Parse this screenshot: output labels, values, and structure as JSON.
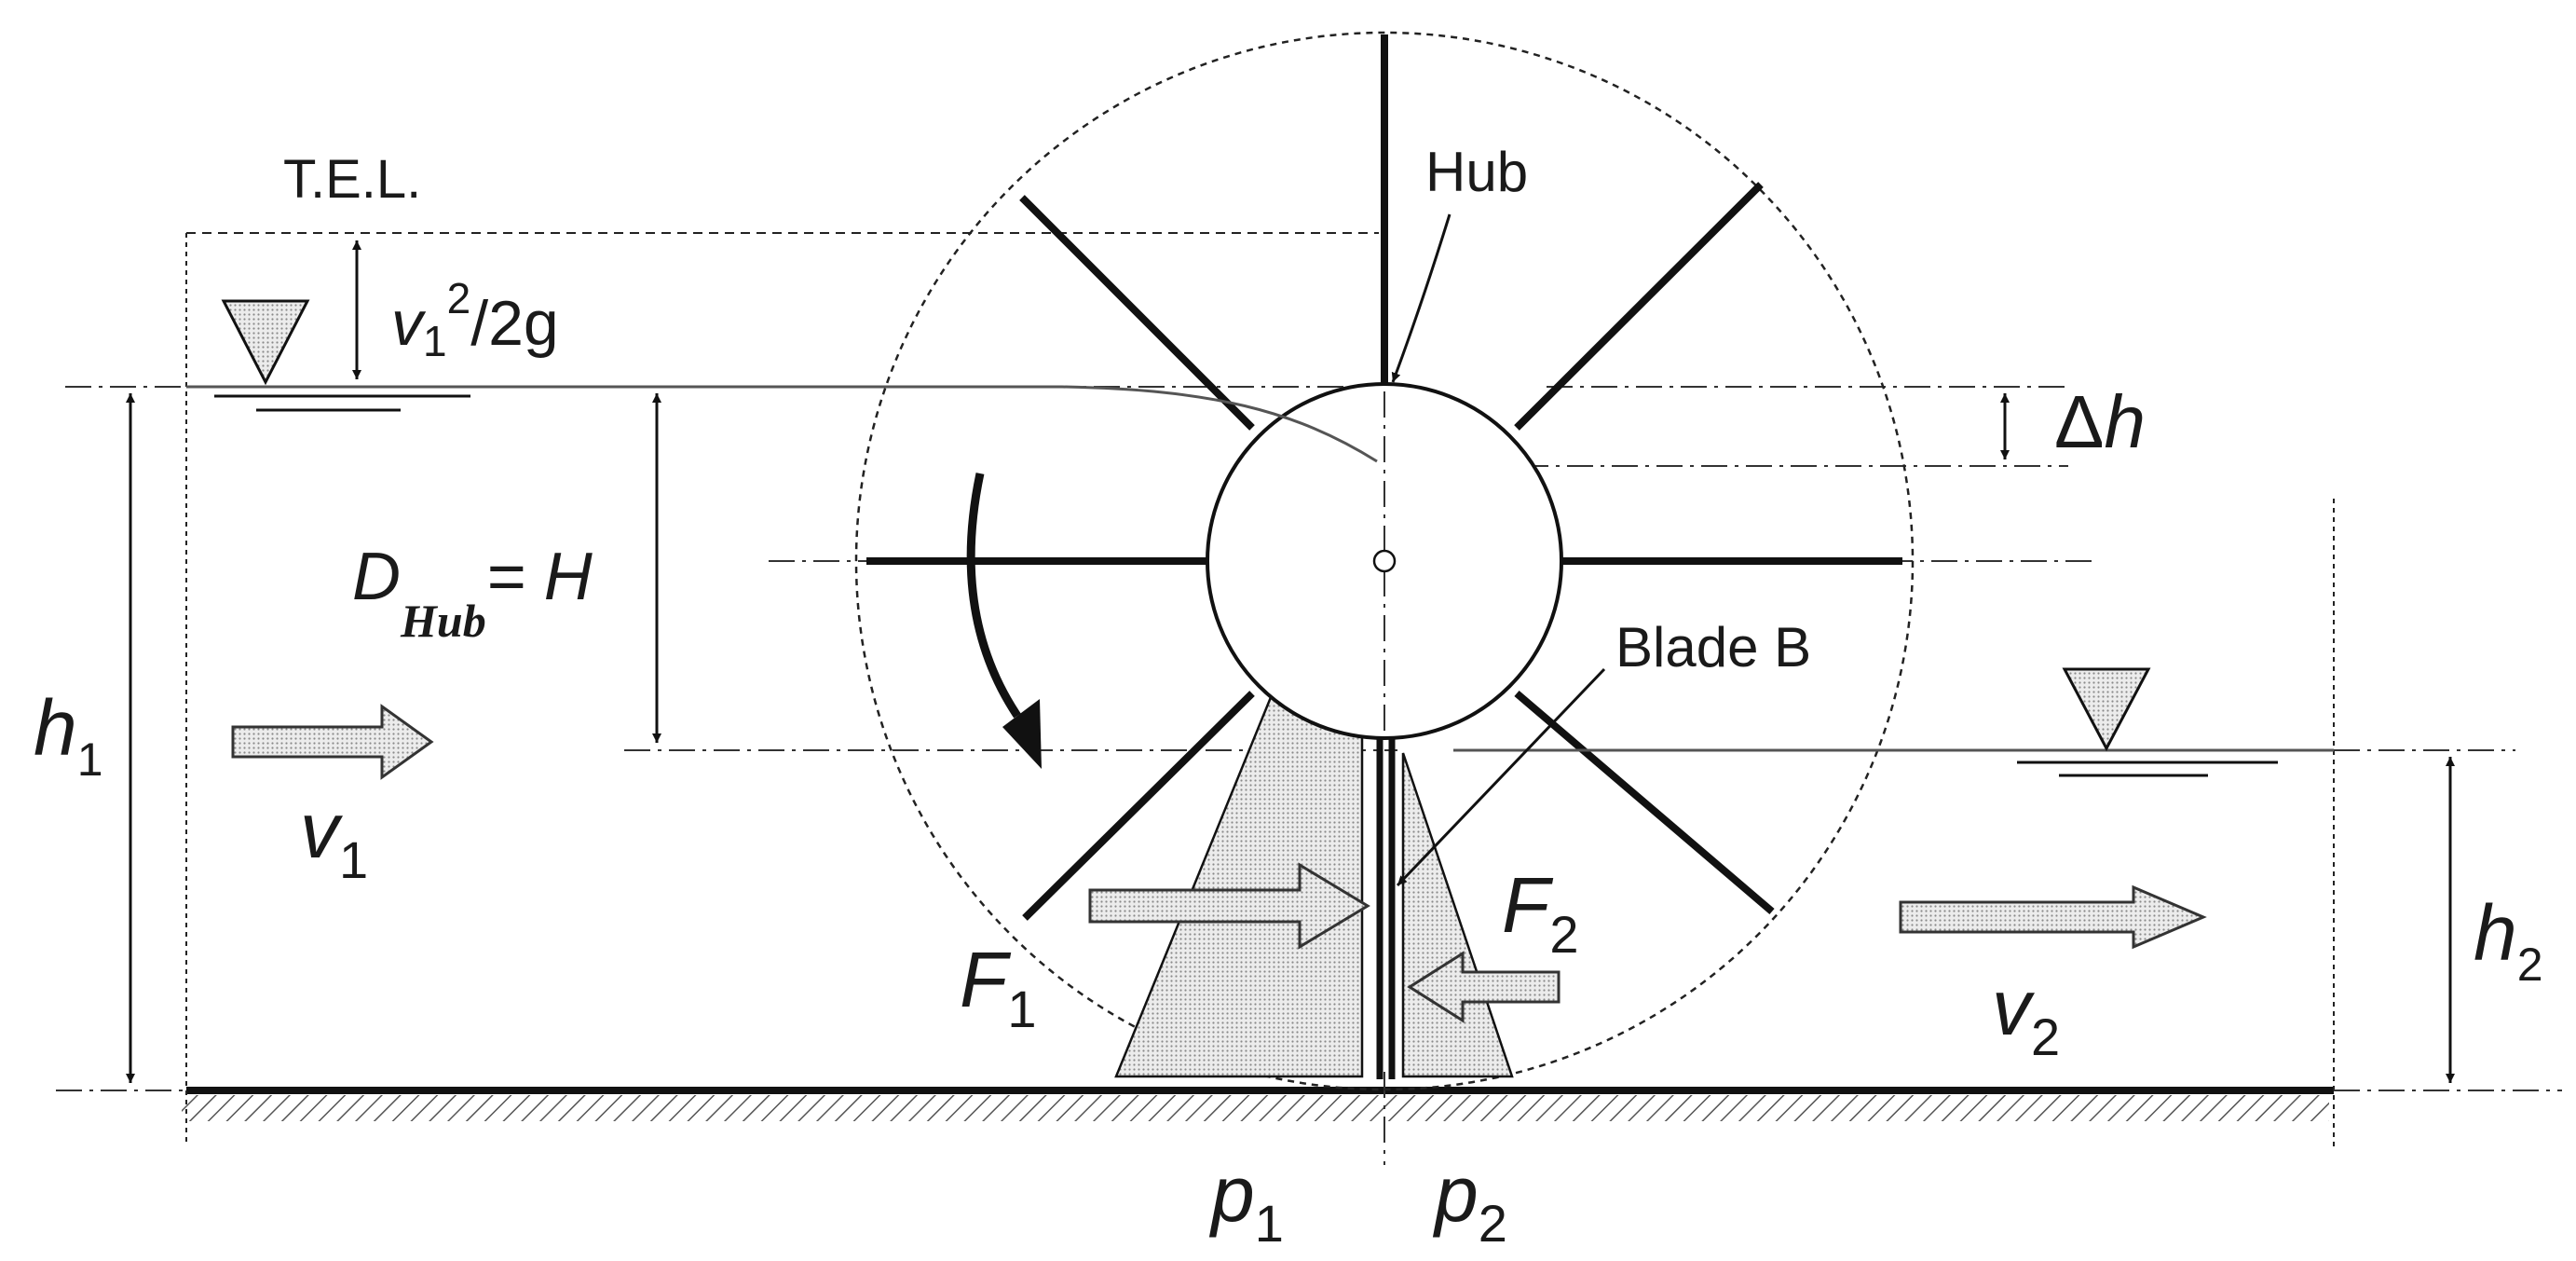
{
  "labels": {
    "tel": "T.E.L.",
    "velocity_head": {
      "var": "v",
      "sub": "1",
      "sup": "2",
      "tail": "/2g"
    },
    "hub": "Hub",
    "delta_h": {
      "sym": "Δ",
      "var": "h"
    },
    "d_hub": {
      "var": "D",
      "sub": "Hub",
      "tail": "= H"
    },
    "blade": "Blade B",
    "h1": {
      "var": "h",
      "sub": "1"
    },
    "v1": {
      "var": "v",
      "sub": "1"
    },
    "f1": {
      "var": "F",
      "sub": "1"
    },
    "f2": {
      "var": "F",
      "sub": "2"
    },
    "v2": {
      "var": "v",
      "sub": "2"
    },
    "h2": {
      "var": "h",
      "sub": "2"
    },
    "p1": {
      "var": "p",
      "sub": "1"
    },
    "p2": {
      "var": "p",
      "sub": "2"
    }
  }
}
